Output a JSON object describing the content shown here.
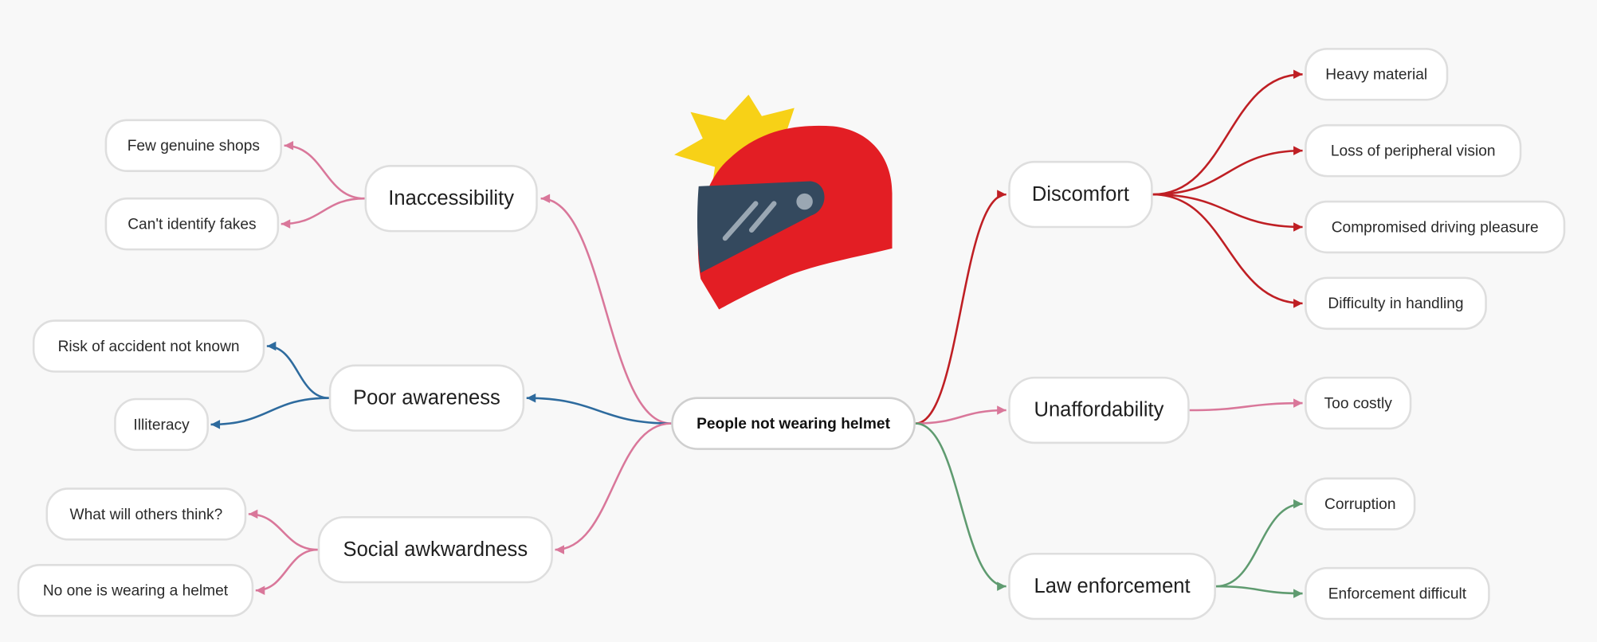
{
  "map": {
    "root": "People not  wearing helmet",
    "colors": {
      "pink": "#d9779a",
      "blue": "#2e6b9e",
      "red": "#bf1f24",
      "green": "#5f9b70",
      "helmet_red": "#e31e24",
      "visor": "#34495e",
      "burst": "#f7d117"
    },
    "icon": "helmet-icon",
    "branches": {
      "inaccessibility": {
        "label": "Inaccessibility",
        "leaves": [
          "Few genuine shops",
          "Can't identify fakes"
        ]
      },
      "poor_awareness": {
        "label": "Poor awareness",
        "leaves": [
          "Risk of accident not known",
          "Illiteracy"
        ]
      },
      "social_awkwardness": {
        "label": "Social awkwardness",
        "leaves": [
          "What will others think?",
          "No one is wearing a helmet"
        ]
      },
      "discomfort": {
        "label": "Discomfort",
        "leaves": [
          "Heavy material",
          "Loss  of peripheral vision",
          "Compromised driving pleasure",
          "Difficulty in handling"
        ]
      },
      "unaffordability": {
        "label": "Unaffordability",
        "leaves": [
          "Too costly"
        ]
      },
      "law_enforcement": {
        "label": "Law enforcement",
        "leaves": [
          "Corruption",
          "Enforcement difficult"
        ]
      }
    }
  }
}
